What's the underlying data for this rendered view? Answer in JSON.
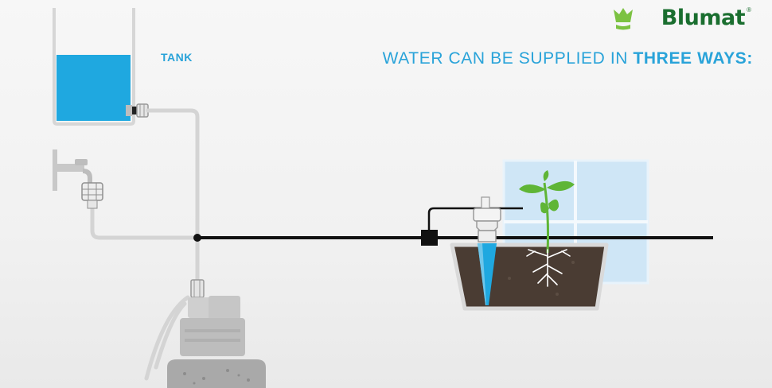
{
  "brand": {
    "name": "Blumat",
    "registered": "®",
    "color": "#1a6e2f"
  },
  "labels": {
    "tank": "TANK",
    "headline_prefix": "WATER CAN BE SUPPLIED IN ",
    "headline_emphasis": "THREE WAYS:"
  },
  "colors": {
    "accent": "#29a3d9",
    "water": "#1fa8e0",
    "main_line": "#111111",
    "secondary_line": "#d4d4d4",
    "soil": "#4a3c33",
    "leaf": "#5fb536"
  },
  "icons": [
    "crown-logo-icon",
    "tank-icon",
    "faucet-icon",
    "pump-icon",
    "plant-icon",
    "sensor-icon",
    "window-icon"
  ]
}
